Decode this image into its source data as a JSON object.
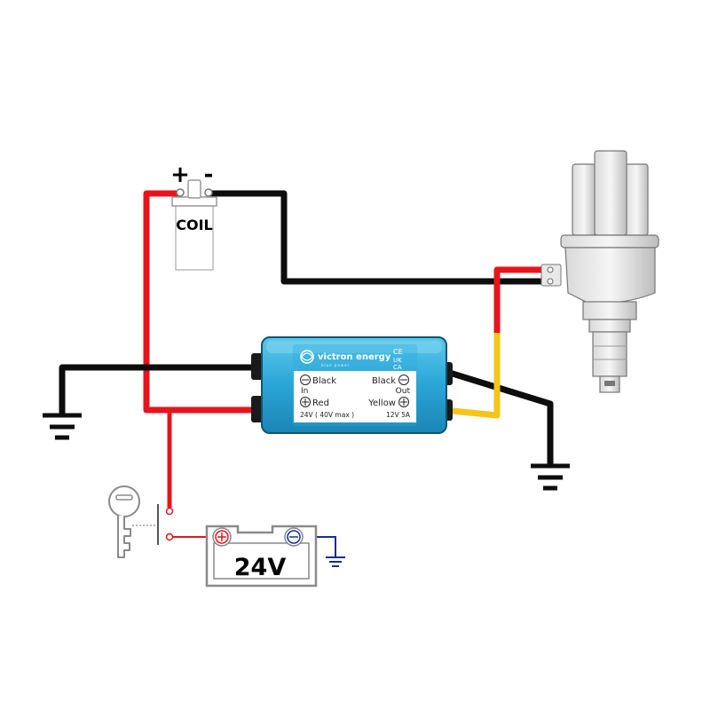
{
  "coil": {
    "plus_label": "+",
    "minus_label": "-",
    "name": "COIL"
  },
  "converter": {
    "brand": "victron energy",
    "brand_tagline": "blue power",
    "marks": [
      "CE",
      "UK",
      "CA"
    ],
    "in_label": "In",
    "out_label": "Out",
    "in_neg": "Black",
    "in_pos": "Red",
    "in_rating": "24V  ( 40V max )",
    "out_neg": "Black",
    "out_pos": "Yellow",
    "out_rating": "12V  5A",
    "body_color": "#2aa5d6"
  },
  "battery": {
    "label": "24V"
  },
  "colors": {
    "red_wire": "#e8141c",
    "black_wire": "#0d0d0d",
    "yellow_wire": "#f5c518",
    "ground_blue": "#1a2a9a"
  }
}
